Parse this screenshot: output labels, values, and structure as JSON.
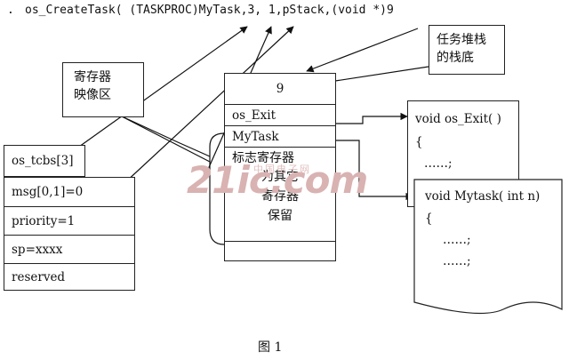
{
  "title_code": {
    "prefix": ".",
    "call": "os_CreateTask( (TASKPROC)MyTask,3, 1,pStack,(void *)9"
  },
  "callouts": {
    "register_image": [
      "寄存器",
      "映像区"
    ],
    "stack_bottom": [
      "任务堆栈",
      "的栈底"
    ]
  },
  "tcb": {
    "header": "os_tcbs[3]",
    "fields": [
      "msg[0,1]=0",
      "priority=1",
      "sp=xxxx",
      "reserved"
    ]
  },
  "stack": {
    "top": "9",
    "entries": [
      "os_Exit",
      "MyTask"
    ],
    "registers": [
      "标志寄存器",
      "为其它",
      "寄存器",
      "保留"
    ]
  },
  "code_exit": {
    "lines": [
      "void os_Exit( )",
      "{",
      "……;"
    ]
  },
  "code_mytask": {
    "lines": [
      "void Mytask( int n)",
      "{",
      "……;",
      "……;"
    ]
  },
  "watermark": {
    "text": "21ic.com",
    "cn": "中国电子网"
  },
  "caption": "图   1"
}
